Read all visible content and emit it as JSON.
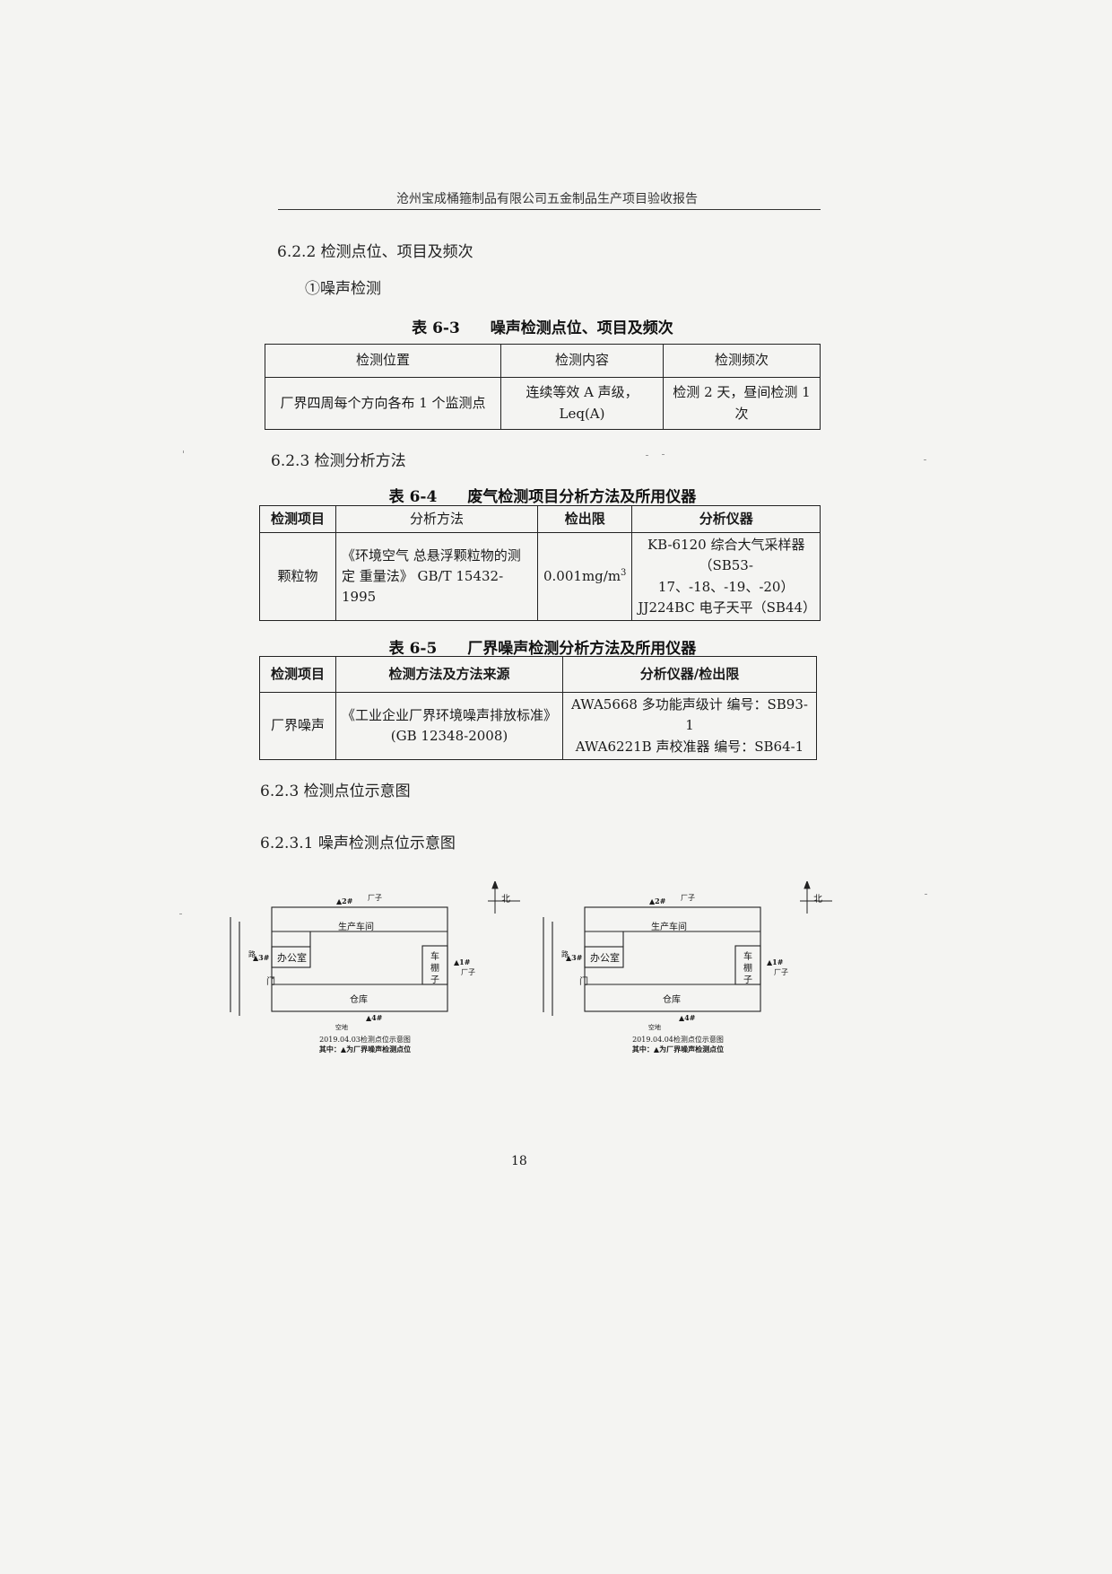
{
  "header": "沧州宝成桶箍制品有限公司五金制品生产项目验收报告",
  "sec_622": "6.2.2 检测点位、项目及频次",
  "sub_noise": "①噪声检测",
  "t3": {
    "caption": "表 6-3　　噪声检测点位、项目及频次",
    "headers": [
      "检测位置",
      "检测内容",
      "检测频次"
    ],
    "row": [
      "厂界四周每个方向各布 1 个监测点",
      "连续等效 A 声级，",
      "Leq(A)",
      "检测 2 天，昼间检测 1 次"
    ]
  },
  "sec_623": "6.2.3 检测分析方法",
  "t4": {
    "caption": "表 6-4　　废气检测项目分析方法及所用仪器",
    "headers": [
      "检测项目",
      "分析方法",
      "检出限",
      "分析仪器"
    ],
    "item": "颗粒物",
    "method_1": "《环境空气  总悬浮颗粒物的测",
    "method_2": "定  重量法》  GB/T 15432-1995",
    "limit": "0.001mg/m",
    "limit_sup": "3",
    "inst_1": "KB-6120 综合大气采样器",
    "inst_2": "（SB53-17、-18、-19、-20）",
    "inst_3": "JJ224BC 电子天平（SB44）"
  },
  "t5": {
    "caption": "表 6-5　　厂界噪声检测分析方法及所用仪器",
    "headers": [
      "检测项目",
      "检测方法及方法来源",
      "分析仪器/检出限"
    ],
    "item": "厂界噪声",
    "method_1": "《工业企业厂界环境噪声排放标准》",
    "method_2": "(GB 12348-2008)",
    "inst_1": "AWA5668 多功能声级计  编号：SB93-1",
    "inst_2": "AWA6221B 声校准器  编号：SB64-1"
  },
  "sec_623b": "6.2.3  检测点位示意图",
  "sec_6231": "6.2.3.1 噪声检测点位示意图",
  "diagram": {
    "north": "北",
    "road": "路",
    "p1": "▲1#",
    "p2": "▲2#",
    "p3": "▲3#",
    "p4": "▲4#",
    "factory": "厂子",
    "workshop": "生产车间",
    "office": "办公室",
    "shed_1": "车",
    "shed_2": "棚",
    "shed_3": "子",
    "door": "门",
    "warehouse": "仓库",
    "open_land": "空地",
    "note": "其中：▲为厂界噪声检测点位",
    "captions": [
      "2019.04.03检测点位示意图",
      "2019.04.04检测点位示意图"
    ]
  },
  "page_number": "18"
}
